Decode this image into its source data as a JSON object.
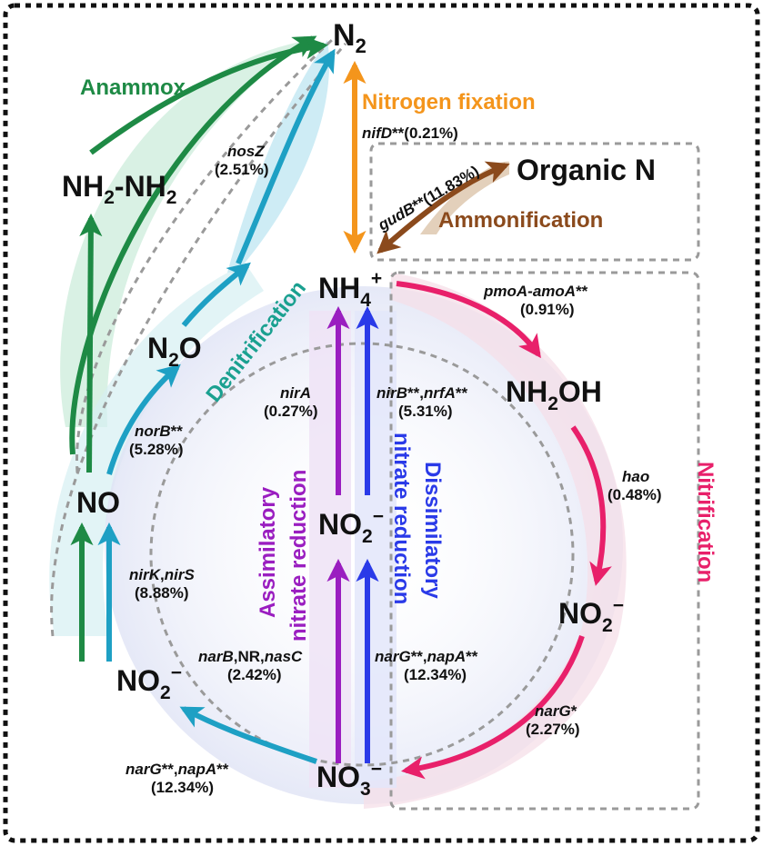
{
  "colors": {
    "anammox": "#1e8a45",
    "denitrification": "#1ea0c4",
    "denitrification_label": "#1aa090",
    "fixation": "#f4951c",
    "ammonification": "#8b4a1c",
    "nitrification": "#e8206a",
    "assimilatory": "#9a1ec0",
    "dissimilatory": "#2a3ae8",
    "frame": "#111111",
    "dashed": "#9a9a9a"
  },
  "species": {
    "n2": "N",
    "n2_sub": "2",
    "hydrazine_a": "NH",
    "hydrazine_sub1": "2",
    "hydrazine_b": "-NH",
    "hydrazine_sub2": "2",
    "organic": "Organic N",
    "nh4": "NH",
    "nh4_sub": "4",
    "nh4_sup": "+",
    "n2o": "N",
    "n2o_sub": "2",
    "n2o_b": "O",
    "nh2oh_a": "NH",
    "nh2oh_sub": "2",
    "nh2oh_b": "OH",
    "no": "NO",
    "no2": "NO",
    "no2_sub": "2",
    "no2_sup": "−",
    "no3": "NO",
    "no3_sub": "3",
    "no3_sup": "−"
  },
  "processes": {
    "anammox": "Anammox",
    "fixation": "Nitrogen fixation",
    "ammonification": "Ammonification",
    "denitrification": "Denitrification",
    "nitrification": "Nitrification",
    "assimilatory_1": "Assimilatory",
    "assimilatory_2": "nitrate reduction",
    "dissimilatory_1": "Dissimilatory",
    "dissimilatory_2": "nitrate reduction"
  },
  "genes": {
    "nosz": {
      "name": "nosZ",
      "pct": "(2.51%)"
    },
    "nifd": {
      "name": "nifD",
      "mark": "**",
      "pct": "(0.21%)"
    },
    "gudb": {
      "name": "gudB",
      "mark": "**",
      "pct": "(11.83%)"
    },
    "pmoa": {
      "name": "pmoA-amoA",
      "mark": "**",
      "pct": "(0.91%)"
    },
    "nira": {
      "name": "nirA",
      "pct": "(0.27%)"
    },
    "nirb_nrfa": {
      "name1": "nirB",
      "mark1": "**",
      "sep": ",",
      "name2": "nrfA",
      "mark2": "**",
      "pct": "(5.31%)"
    },
    "norb": {
      "name": "norB",
      "mark": "**",
      "pct": "(5.28%)"
    },
    "hao": {
      "name": "hao",
      "pct": "(0.48%)"
    },
    "nirk_nirs": {
      "name1": "nirK",
      "sep": ",",
      "name2": "nirS",
      "pct": "(8.88%)"
    },
    "narb": {
      "name1": "narB",
      "mid": ",NR,",
      "name2": "nasC",
      "pct": "(2.42%)"
    },
    "narg_napa_mid": {
      "name1": "narG",
      "mark1": "**",
      "sep": ",",
      "name2": "napA",
      "mark2": "**",
      "pct": "(12.34%)"
    },
    "narg_napa_left": {
      "name1": "narG",
      "mark1": "**",
      "sep": ",",
      "name2": "napA",
      "mark2": "**",
      "pct": "(12.34%)"
    },
    "narg_right": {
      "name": "narG",
      "mark": "*",
      "pct": "(2.27%)"
    }
  }
}
